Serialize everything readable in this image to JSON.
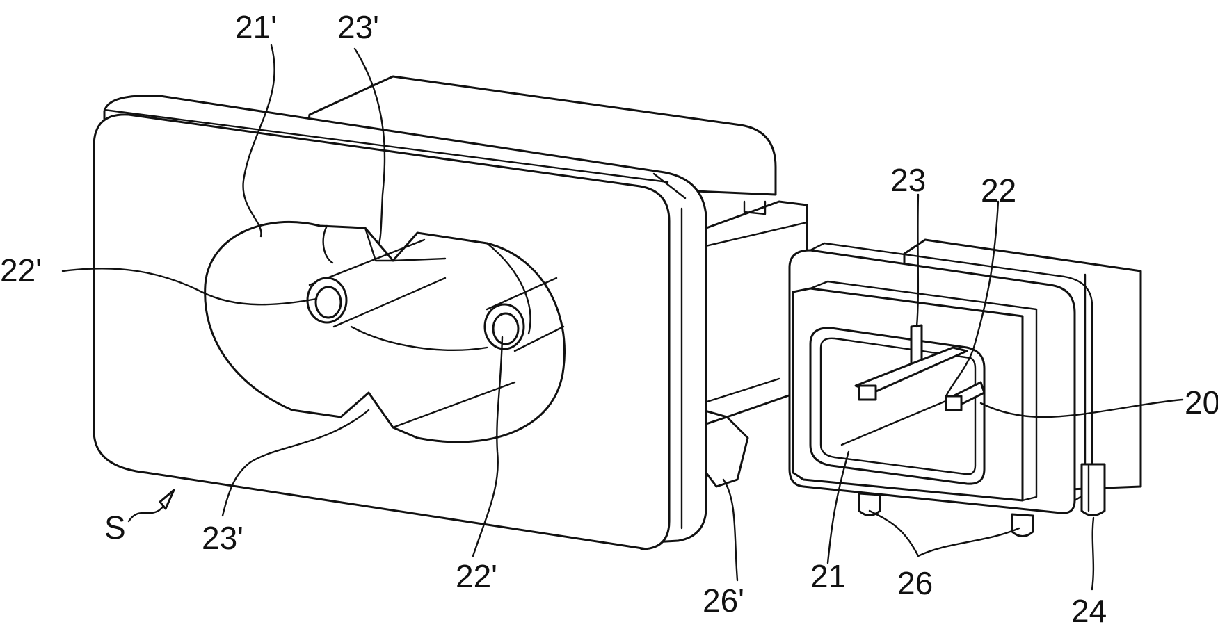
{
  "labels": {
    "l_21p": "21'",
    "l_23p_top": "23'",
    "l_22p_left": "22'",
    "l_23p_bottom": "23'",
    "l_22p_bottom": "22'",
    "l_S": "S",
    "l_26p": "26'",
    "l_23": "23",
    "l_22": "22",
    "l_20": "20",
    "l_21": "21",
    "l_26": "26",
    "l_24": "24"
  }
}
